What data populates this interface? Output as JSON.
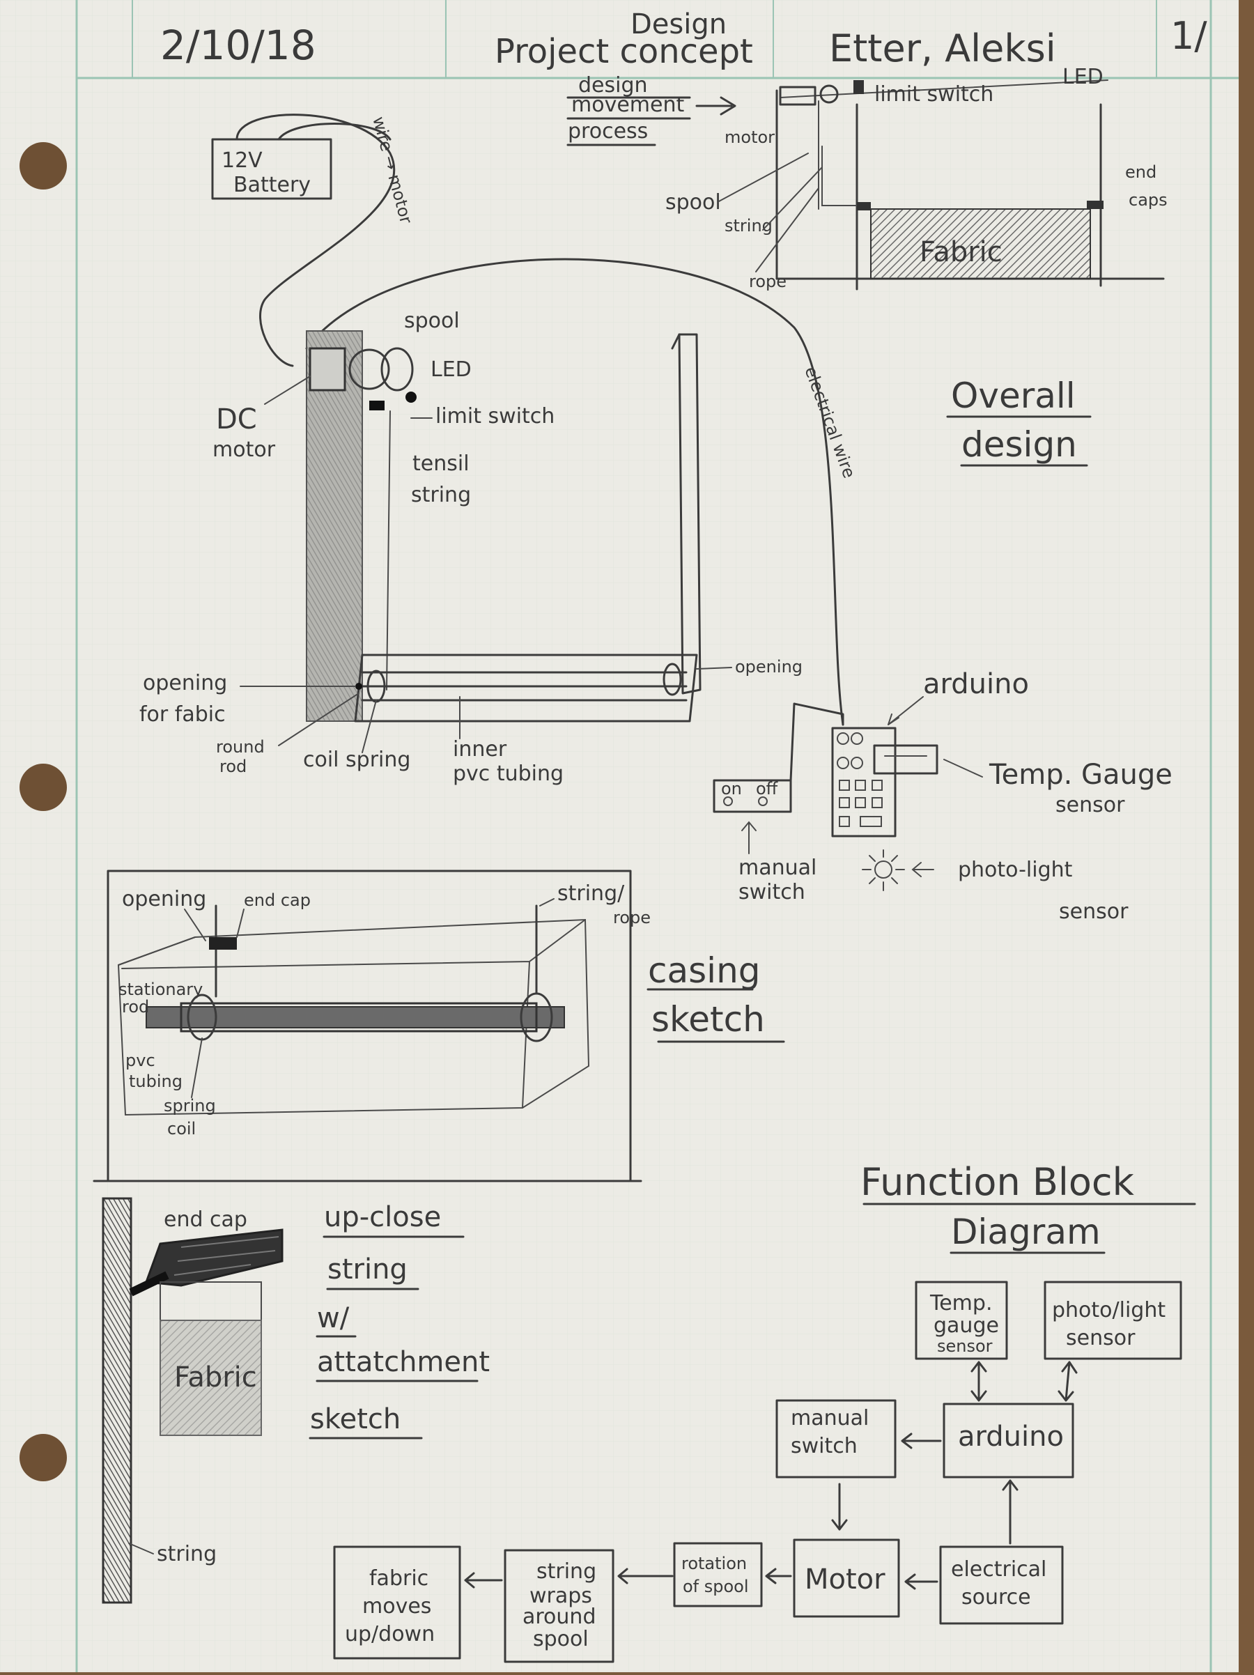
{
  "header": {
    "date": "2/10/18",
    "title_line1": "Design",
    "title_line2": "Project concept",
    "author": "Etter, Aleksi",
    "page_number": "1/"
  },
  "overall": {
    "heading_line1": "Overall",
    "heading_line2": "design",
    "labels": {
      "battery_line1": "12V",
      "battery_line2": "Battery",
      "wire_to_motor": "wire → motor",
      "spool": "spool",
      "led": "LED",
      "dc_motor_line1": "DC",
      "dc_motor_line2": "motor",
      "limit_switch": "limit switch",
      "tensil_line1": "tensil",
      "tensil_line2": "string",
      "electrical_wire": "electrical wire",
      "opening_fabric_line1": "opening",
      "opening_fabric_line2": "for fabic",
      "opening": "opening",
      "round_rod_line1": "round",
      "round_rod_line2": "rod",
      "coil_spring": "coil spring",
      "inner_pvc_line1": "inner",
      "inner_pvc_line2": "pvc tubing",
      "arduino": "arduino",
      "temp_gauge_line1": "Temp. Gauge",
      "temp_gauge_line2": "sensor",
      "manual_switch_line1": "manual",
      "manual_switch_line2": "switch",
      "on": "on",
      "off": "off",
      "photo_light_line1": "photo-light",
      "photo_light_line2": "sensor"
    }
  },
  "movement": {
    "process_line1": "design",
    "process_line2": "movement",
    "process_line3": "process",
    "labels": {
      "limit_switch": "limit switch",
      "led": "LED",
      "motor": "motor",
      "spool": "spool",
      "string": "string",
      "rope": "rope",
      "end_caps_line1": "end",
      "end_caps_line2": "caps",
      "fabric": "Fabric"
    }
  },
  "casing": {
    "heading_line1": "casing",
    "heading_line2": "sketch",
    "labels": {
      "opening": "opening",
      "end_cap": "end cap",
      "string_rope_line1": "string/",
      "string_rope_line2": "rope",
      "stationary_rod_line1": "stationary",
      "stationary_rod_line2": "rod",
      "pvc_tubing_line1": "pvc",
      "pvc_tubing_line2": "tubing",
      "spring_coil_line1": "spring",
      "spring_coil_line2": "coil"
    }
  },
  "upclose": {
    "heading_line1": "up-close",
    "heading_line2": "string",
    "heading_line3": "w/",
    "heading_line4": "attatchment",
    "heading_line5": "sketch",
    "labels": {
      "end_cap": "end cap",
      "fabric": "Fabric",
      "string": "string"
    }
  },
  "function_block": {
    "heading_line1": "Function Block",
    "heading_line2": "Diagram",
    "blocks": {
      "temp_line1": "Temp.",
      "temp_line2": "gauge",
      "temp_line3": "sensor",
      "photo_line1": "photo/light",
      "photo_line2": "sensor",
      "manual_line1": "manual",
      "manual_line2": "switch",
      "arduino": "arduino",
      "motor": "Motor",
      "electrical_line1": "electrical",
      "electrical_line2": "source",
      "rotation_line1": "rotation",
      "rotation_line2": "of spool",
      "string_line1": "string",
      "string_line2": "wraps",
      "string_line3": "around",
      "string_line4": "spool",
      "fabric_line1": "fabric",
      "fabric_line2": "moves",
      "fabric_line3": "up/down"
    }
  }
}
